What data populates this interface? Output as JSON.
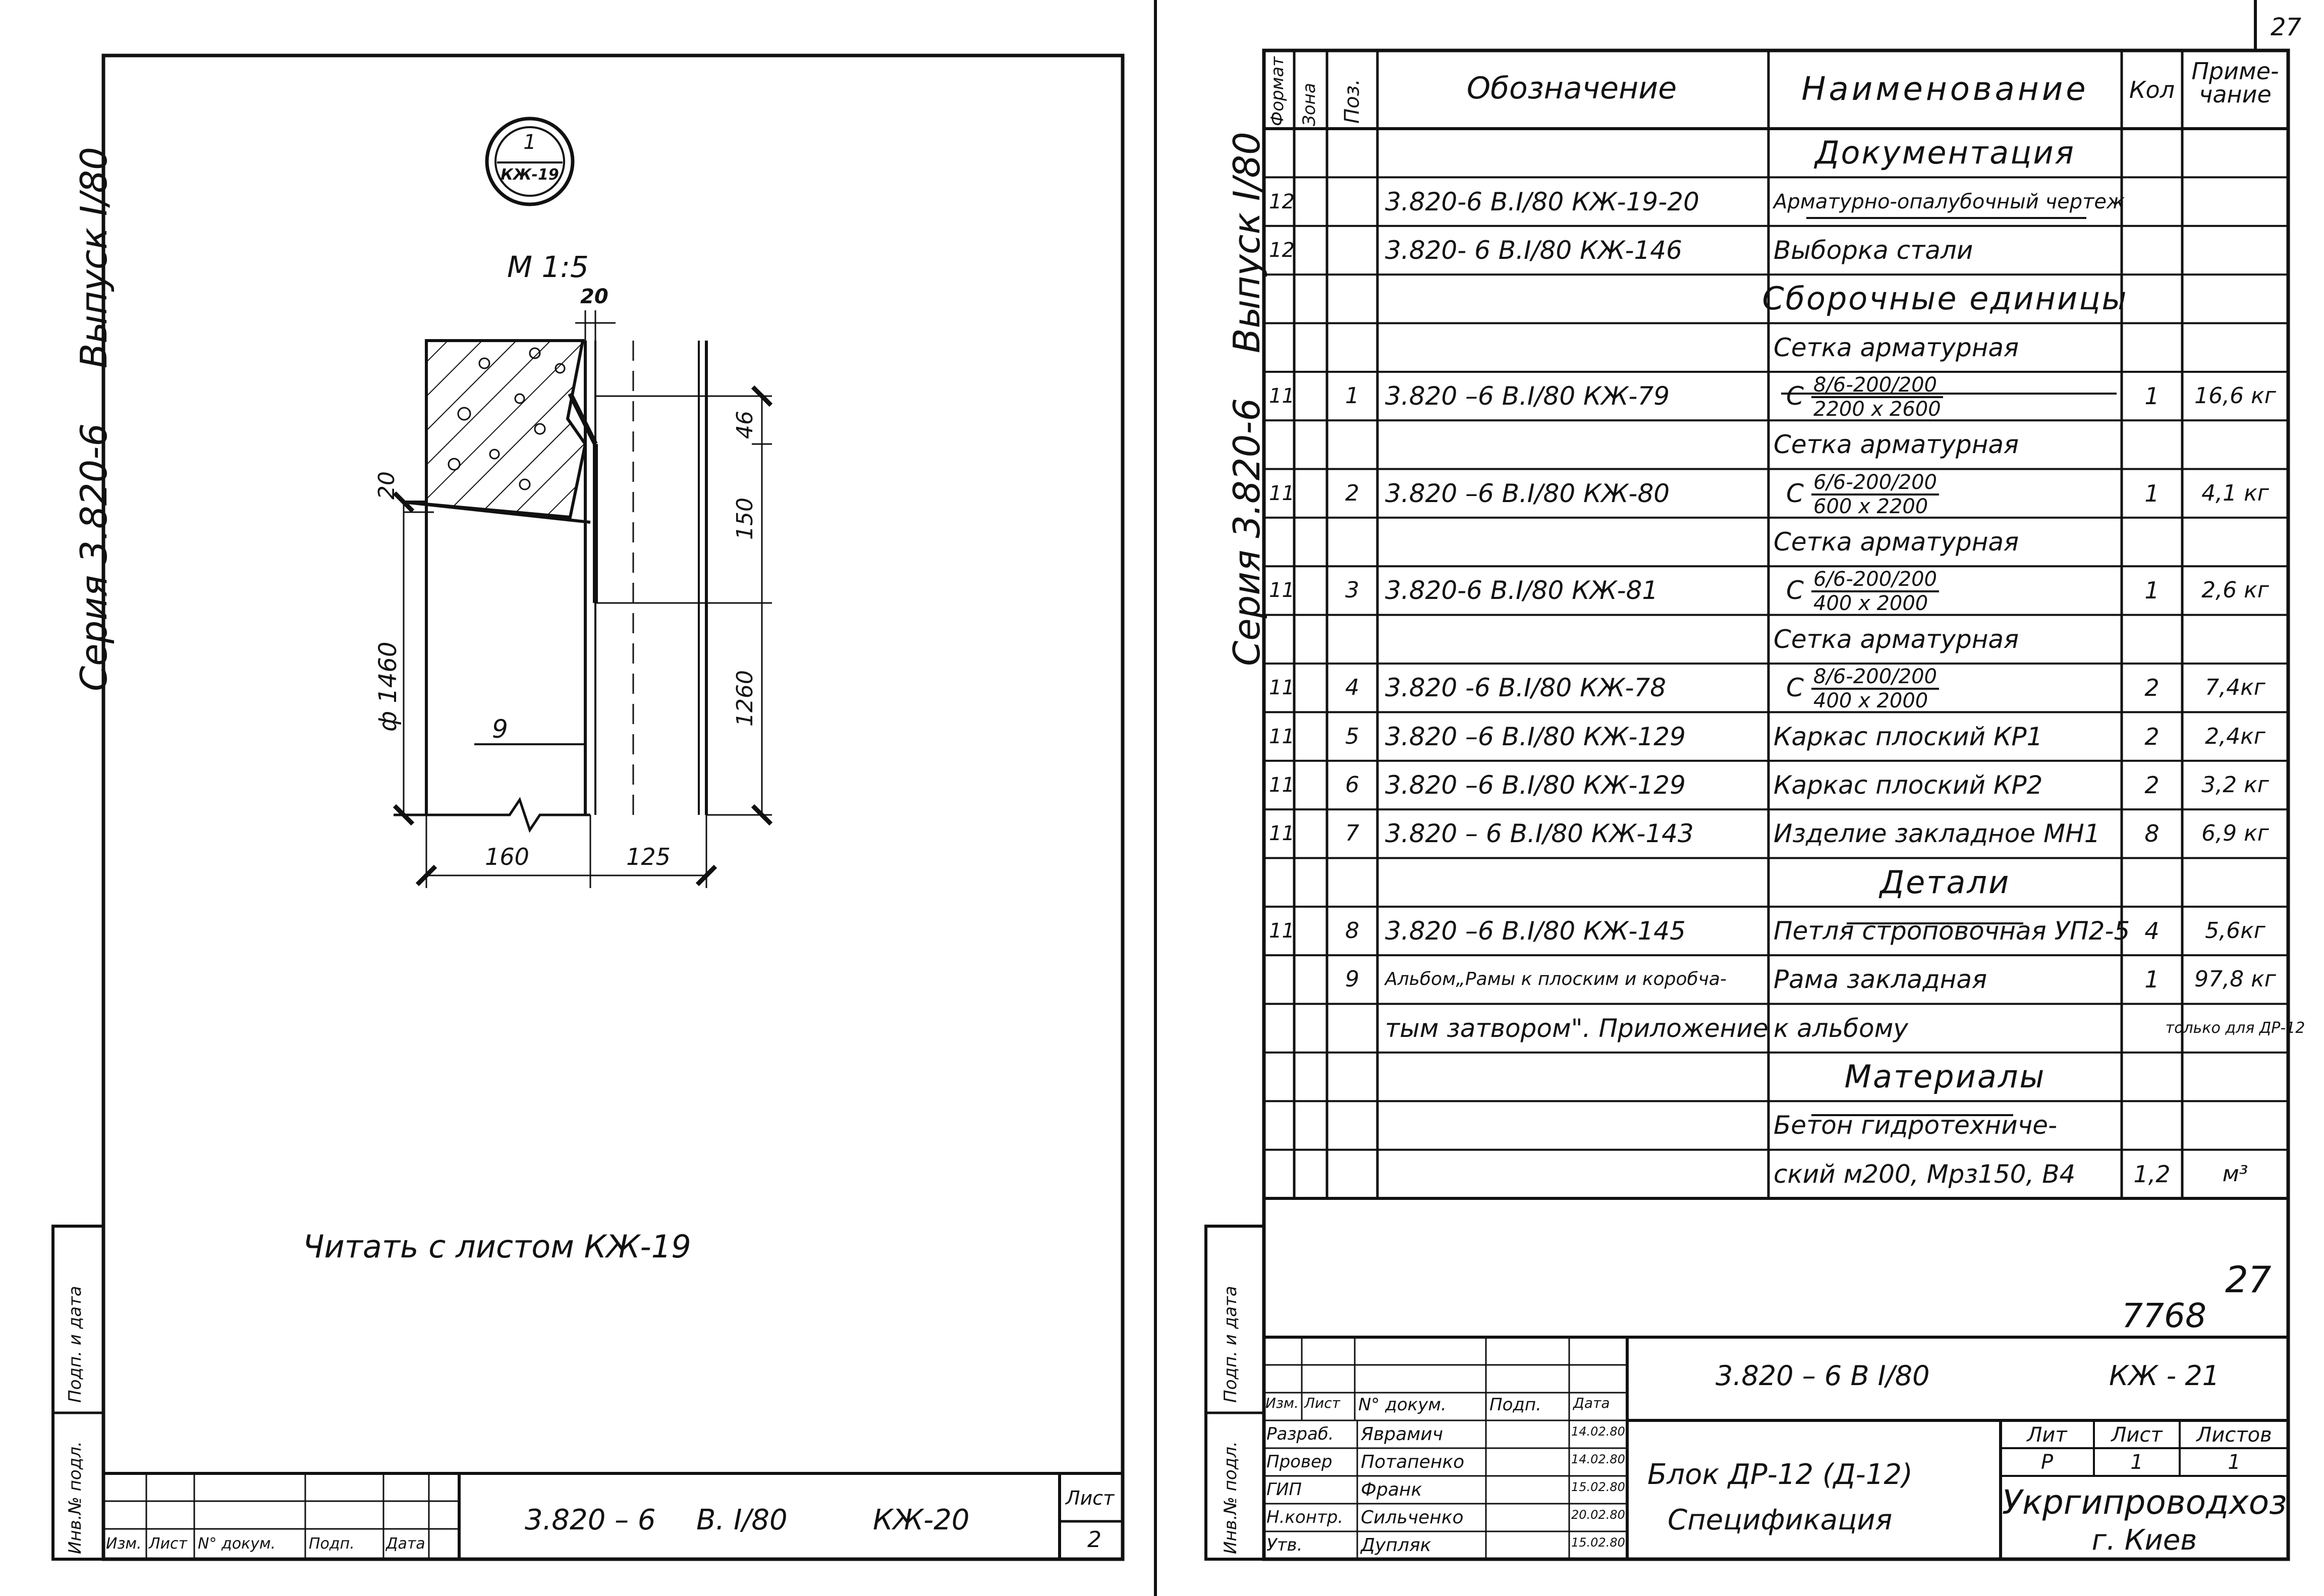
{
  "corner_page_number": "27",
  "left_sheet": {
    "side_vertical_series": "Серия 3.820-6",
    "side_vertical_issue": "Выпуск I/80",
    "callout_top": "1",
    "callout_bottom": "КЖ-19",
    "scale": "М 1:5",
    "dims": {
      "d20_top": "20",
      "d46": "46",
      "d150": "150",
      "d1260": "1260",
      "d20_left": "20",
      "d1460": "ф 1460",
      "d160": "160",
      "d125": "125"
    },
    "leader_label": "9",
    "note": "Читать с листом  КЖ-19",
    "stamp_vertical_1": "Инв.№ подл.",
    "stamp_vertical_2": "Подп. и дата",
    "titleblock": {
      "izm": "Изм.",
      "list": "Лист",
      "ndok": "N° докум.",
      "podp": "Подп.",
      "data": "Дата",
      "code1": "3.820 – 6",
      "code2": "В. I/80",
      "code3": "КЖ-20",
      "sheet_label": "Лист",
      "sheet_no": "2"
    }
  },
  "right_sheet": {
    "side_vertical_series": "Серия 3.820-6",
    "side_vertical_issue": "Выпуск I/80",
    "headers": {
      "format": "Формат",
      "zone": "Зона",
      "pos": "Поз.",
      "designation": "Обозначение",
      "name": "Наименование",
      "qty": "Кол",
      "note": "Приме-чание"
    },
    "rows": [
      {
        "section": "Документация"
      },
      {
        "fmt": "12",
        "pos": "",
        "des": "3.820-6  В.I/80  КЖ-19-20",
        "name": "Арматурно-опалубочный чертеж",
        "qty": "",
        "note": ""
      },
      {
        "fmt": "12",
        "pos": "",
        "des": "3.820- 6  В.I/80  КЖ-146",
        "name": "Выборка стали",
        "qty": "",
        "note": ""
      },
      {
        "section": "Сборочные единицы"
      },
      {
        "name_only": "Сетка арматурная"
      },
      {
        "fmt": "11",
        "pos": "1",
        "des": "3.820 –6  В.I/80  КЖ-79",
        "prefix": "С",
        "fn": "8/6-200/200",
        "fd": "2200 x 2600",
        "qty": "1",
        "note": "16,6 кг"
      },
      {
        "name_only": "Сетка арматурная"
      },
      {
        "fmt": "11",
        "pos": "2",
        "des": "3.820 –6  В.I/80  КЖ-80",
        "prefix": "С",
        "fn": "6/6-200/200",
        "fd": "600 x 2200",
        "qty": "1",
        "note": "4,1 кг"
      },
      {
        "name_only": "Сетка арматурная"
      },
      {
        "fmt": "11",
        "pos": "3",
        "des": "3.820-6    В.I/80  КЖ-81",
        "prefix": "С",
        "fn": "6/6-200/200",
        "fd": "400 x 2000",
        "qty": "1",
        "note": "2,6 кг"
      },
      {
        "name_only": "Сетка арматурная"
      },
      {
        "fmt": "11",
        "pos": "4",
        "des": "3.820 -6   В.I/80  КЖ-78",
        "prefix": "С",
        "fn": "8/6-200/200",
        "fd": "400 x 2000",
        "qty": "2",
        "note": "7,4кг"
      },
      {
        "fmt": "11",
        "pos": "5",
        "des": "3.820 –6   В.I/80  КЖ-129",
        "name": "Каркас плоский КР1",
        "qty": "2",
        "note": "2,4кг"
      },
      {
        "fmt": "11",
        "pos": "6",
        "des": "3.820 –6   В.I/80  КЖ-129",
        "name": "Каркас плоский  КР2",
        "qty": "2",
        "note": "3,2 кг"
      },
      {
        "fmt": "11",
        "pos": "7",
        "des": "3.820 – 6   В.I/80  КЖ-143",
        "name": "Изделие закладное МН1",
        "qty": "8",
        "note": "6,9 кг"
      },
      {
        "section": "Детали"
      },
      {
        "fmt": "11",
        "pos": "8",
        "des": "3.820 –6    В.I/80  КЖ-145",
        "name": "Петля строповочная УП2-5",
        "qty": "4",
        "note": "5,6кг"
      },
      {
        "fmt": "",
        "pos": "9",
        "des": "Альбом„Рамы к плоским и коробча-",
        "name": "Рама закладная",
        "qty": "1",
        "note": "97,8 кг"
      },
      {
        "fmt": "",
        "pos": "",
        "des": "тым затвором\". Приложение",
        "name": "к альбому",
        "qty": "",
        "note": "только для ДР-12"
      },
      {
        "section": "Материалы"
      },
      {
        "fmt": "",
        "pos": "",
        "des": "",
        "name": "Бетон гидротехниче-",
        "qty": "",
        "note": ""
      },
      {
        "fmt": "",
        "pos": "",
        "des": "",
        "name": "ский  м200, Мрз150, В4",
        "qty": "1,2",
        "note": "м³"
      }
    ],
    "handwritten_27": "27",
    "number_7768": "7768",
    "stamp_vertical_1": "Инв.№ подл.",
    "stamp_vertical_2": "Подп. и дата",
    "titleblock": {
      "code": "3.820 – 6     В I/80",
      "code_sheet": "КЖ - 21",
      "head": {
        "izm": "Изм.",
        "list": "Лист",
        "ndok": "N° докум.",
        "podp": "Подп.",
        "data": "Дата"
      },
      "people": [
        {
          "role": "Разраб.",
          "name": "Яврамич",
          "date": "14.02.80"
        },
        {
          "role": "Провер",
          "name": "Потапенко",
          "date": "14.02.80"
        },
        {
          "role": "ГИП",
          "name": "Франк",
          "date": "15.02.80"
        },
        {
          "role": "Н.контр.",
          "name": "Сильченко",
          "date": "20.02.80"
        },
        {
          "role": "Утв.",
          "name": "Дупляк",
          "date": "15.02.80"
        }
      ],
      "title1": "Блок ДР-12  (Д-12)",
      "title2": "Спецификация",
      "lit_h": "Лит",
      "list_h": "Лист",
      "listov_h": "Листов",
      "lit": "Р",
      "list": "1",
      "listov": "1",
      "org1": "Укргипроводхоз",
      "org2": "г. Киев"
    }
  }
}
